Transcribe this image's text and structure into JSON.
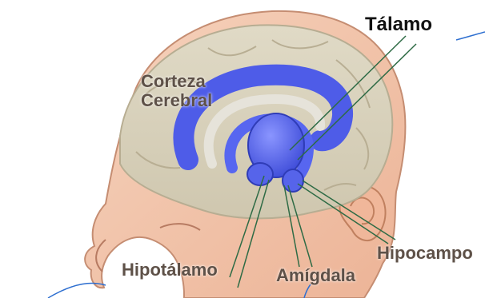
{
  "labels": {
    "talamo": "Tálamo",
    "corteza_line1": "Corteza",
    "corteza_line2": "Cerebral",
    "hipotalamo": "Hipotálamo",
    "amigdala": "Amígdala",
    "hipocampo": "Hipocampo"
  },
  "colors": {
    "skin": "#f3c5a8",
    "skin_outline": "#c58d72",
    "brain": "#d9d2bd",
    "limbic_blue": "#5e6df0",
    "pointer_line": "#2e6b45",
    "accent_line": "#2e6fd0"
  }
}
